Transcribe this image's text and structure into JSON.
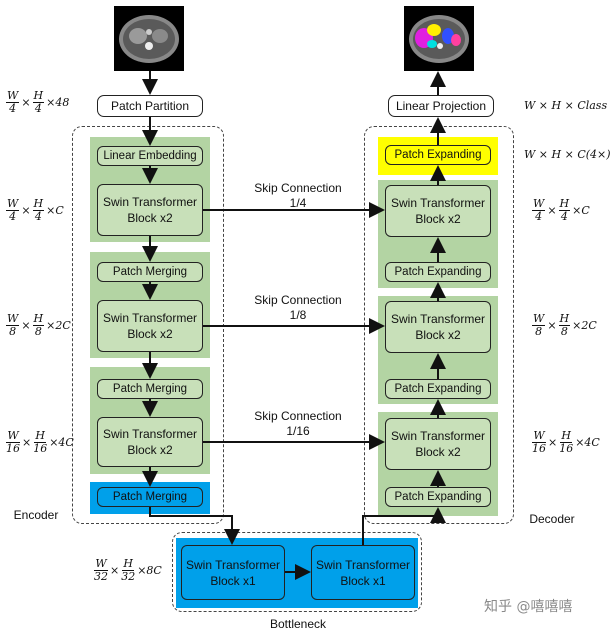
{
  "input_image": {
    "alt": ""
  },
  "output_image": {
    "alt": ""
  },
  "encoder": {
    "patch_partition": "Patch Partition",
    "linear_embedding": "Linear Embedding",
    "stage1_block": "Swin Transformer\nBlock x2",
    "merge1": "Patch Merging",
    "stage2_block": "Swin Transformer\nBlock x2",
    "merge2": "Patch Merging",
    "stage3_block": "Swin Transformer\nBlock x2",
    "merge3": "Patch Merging",
    "label": "Encoder"
  },
  "bottleneck": {
    "block1": "Swin Transformer\nBlock x1",
    "block2": "Swin Transformer\nBlock x1",
    "label": "Bottleneck"
  },
  "decoder": {
    "linear_projection": "Linear Projection",
    "expand_final": "Patch Expanding",
    "stage1_block": "Swin Transformer\nBlock x2",
    "expand1": "Patch Expanding",
    "stage2_block": "Swin Transformer\nBlock x2",
    "expand2": "Patch Expanding",
    "stage3_block": "Swin Transformer\nBlock x2",
    "expand3": "Patch Expanding",
    "label": "Decoder"
  },
  "skips": [
    {
      "line1": "Skip Connection",
      "line2": "1/4"
    },
    {
      "line1": "Skip Connection",
      "line2": "1/8"
    },
    {
      "line1": "Skip Connection",
      "line2": "1/16"
    }
  ],
  "dims_left": [
    {
      "a_num": "W",
      "a_den": "4",
      "b_num": "H",
      "b_den": "4",
      "tail": "×48"
    },
    {
      "a_num": "W",
      "a_den": "4",
      "b_num": "H",
      "b_den": "4",
      "tail": "×C"
    },
    {
      "a_num": "W",
      "a_den": "8",
      "b_num": "H",
      "b_den": "8",
      "tail": "×2C"
    },
    {
      "a_num": "W",
      "a_den": "16",
      "b_num": "H",
      "b_den": "16",
      "tail": "×4C"
    },
    {
      "a_num": "W",
      "a_den": "32",
      "b_num": "H",
      "b_den": "32",
      "tail": "×8C"
    }
  ],
  "dims_right": [
    {
      "text": "W × H × Class"
    },
    {
      "text": "W × H × C(4×)"
    },
    {
      "a_num": "W",
      "a_den": "4",
      "b_num": "H",
      "b_den": "4",
      "tail": "×C"
    },
    {
      "a_num": "W",
      "a_den": "8",
      "b_num": "H",
      "b_den": "8",
      "tail": "×2C"
    },
    {
      "a_num": "W",
      "a_den": "16",
      "b_num": "H",
      "b_den": "16",
      "tail": "×4C"
    }
  ],
  "watermark": "知乎 @嘻嘻嘻",
  "colors": {
    "green_group": "#b3d4a3",
    "green_node": "#c8e0b9",
    "yellow": "#ffff00",
    "blue": "#00a0ea"
  }
}
